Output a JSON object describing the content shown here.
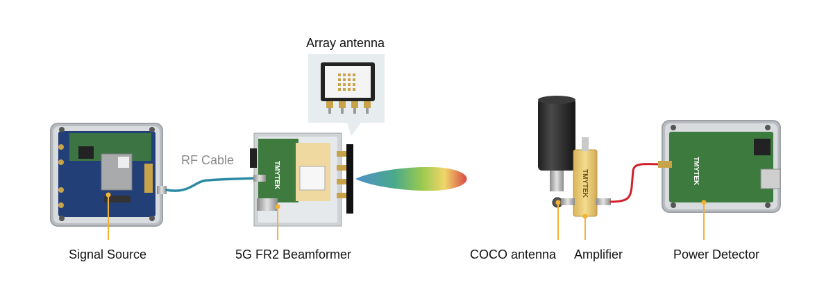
{
  "labels": {
    "array_antenna": "Array antenna",
    "rf_cable": "RF Cable",
    "signal_source": "Signal Source",
    "beamformer": "5G FR2 Beamformer",
    "coco_antenna": "COCO antenna",
    "amplifier": "Amplifier",
    "power_detector": "Power Detector"
  },
  "device_text": {
    "brand": "TMYTEK"
  },
  "colors": {
    "callout_line": "#f2b233",
    "rf_cable": "#2b8aa3",
    "red_cable": "#d1202a",
    "pcb_blue": "#233f78",
    "pcb_green": "#3d7a3d",
    "amplifier_gold": "#eccd7a"
  }
}
